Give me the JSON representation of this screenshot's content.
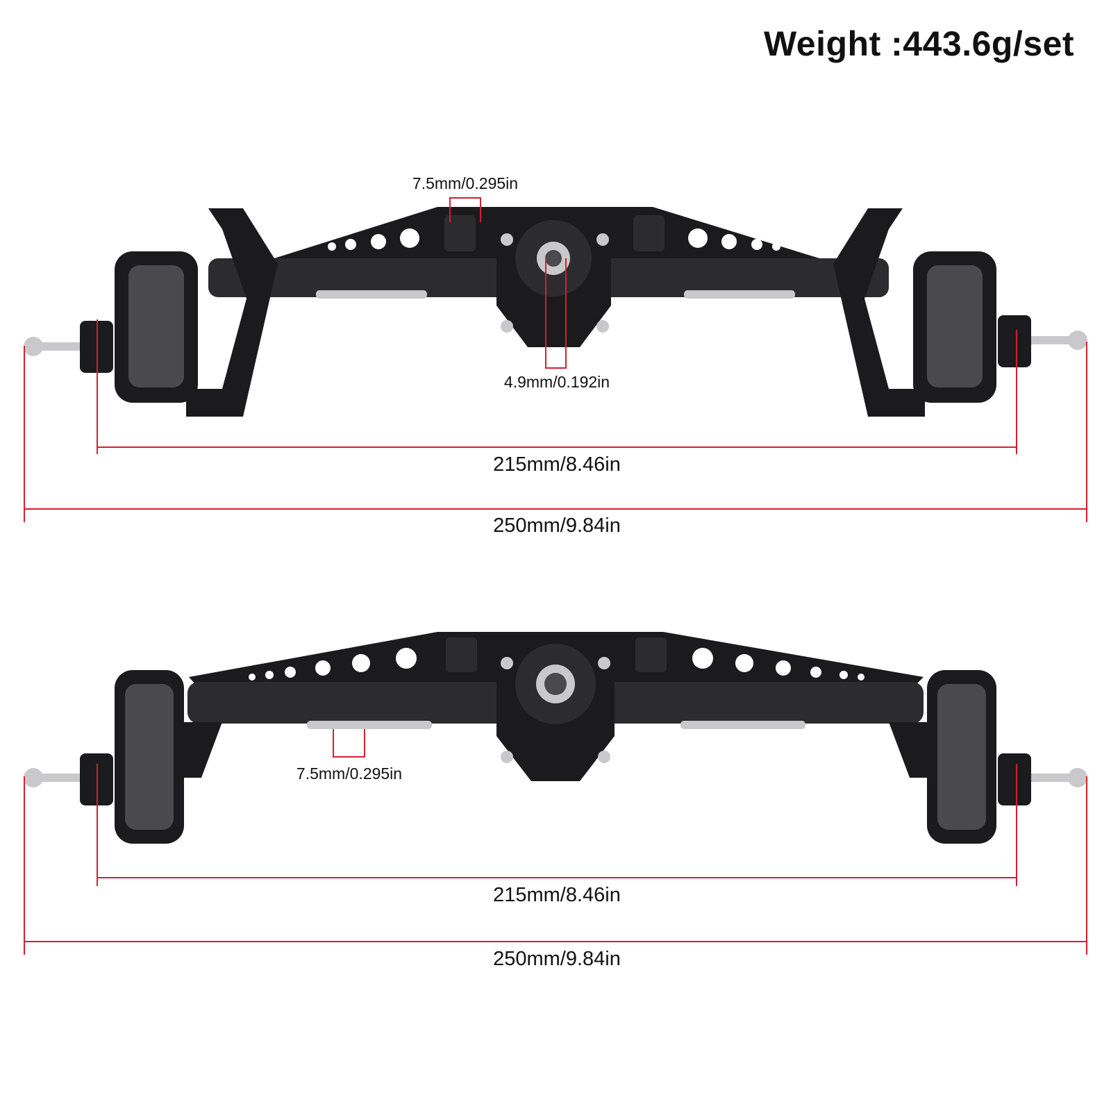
{
  "title": "Weight :443.6g/set",
  "colors": {
    "dimension_line": "#d22030",
    "axle_body": "#1b1b1d",
    "axle_shade": "#2c2c2f",
    "axle_highlight": "#4a4a4e",
    "metal": "#c9c9cc",
    "background": "#ffffff"
  },
  "front_axle": {
    "link_mount_width": "7.5mm/0.295in",
    "pinion_width": "4.9mm/0.192in",
    "inner_width": "215mm/8.46in",
    "overall_width": "250mm/9.84in"
  },
  "rear_axle": {
    "link_mount_width": "7.5mm/0.295in",
    "inner_width": "215mm/8.46in",
    "overall_width": "250mm/9.84in"
  }
}
